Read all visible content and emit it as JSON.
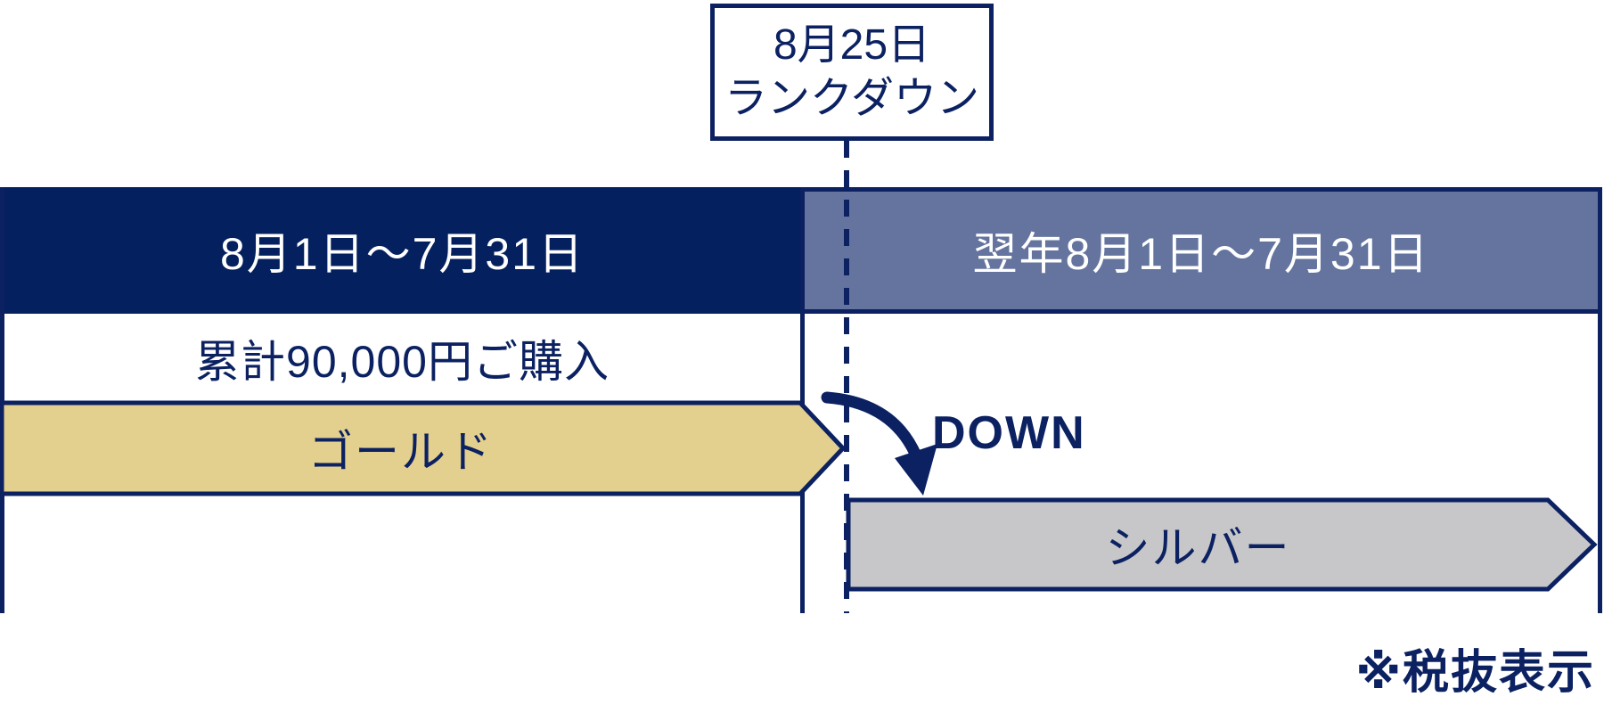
{
  "callout": {
    "line1": "8月25日",
    "line2": "ランクダウン"
  },
  "periods": {
    "current": "8月1日〜7月31日",
    "next": "翌年8月1日〜7月31日"
  },
  "condition": "累計90,000円ご購入",
  "ranks": {
    "before": "ゴールド",
    "after": "シルバー"
  },
  "transition": "DOWN",
  "footnote": "※税抜表示",
  "colors": {
    "navy": "#0b2161",
    "navy_header_fill": "#04205f",
    "next_period_fill": "#64749e",
    "gold_fill": "#e3cf8e",
    "silver_fill": "#c7c7c9",
    "text_on_dark": "#ffffff"
  }
}
